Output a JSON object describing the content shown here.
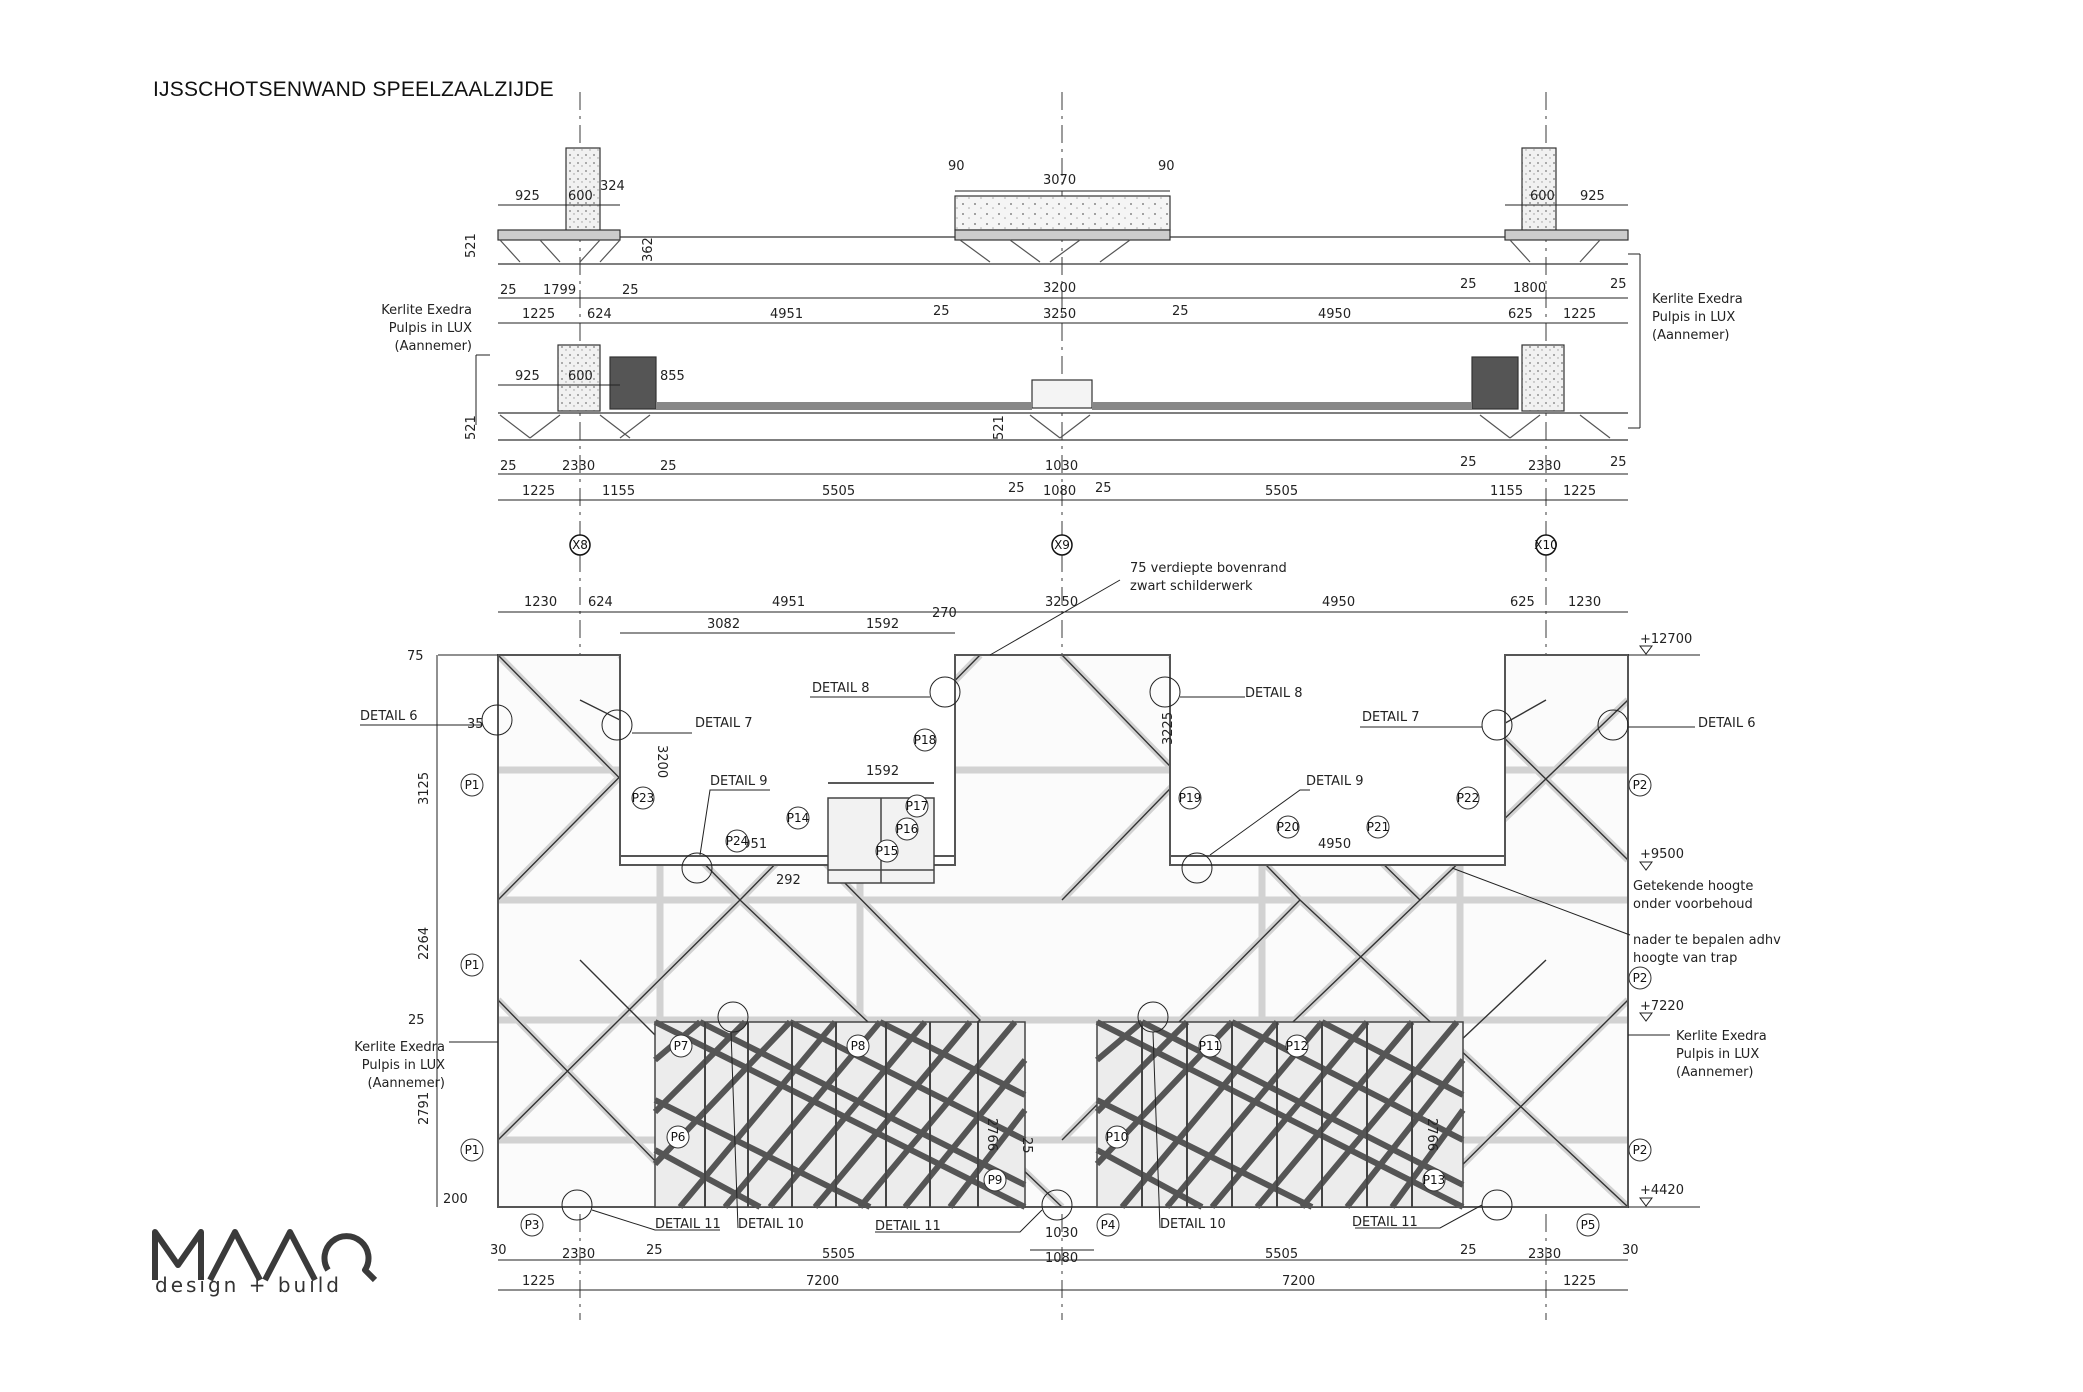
{
  "title": "IJSSCHOTSENWAND SPEELZAALZIJDE",
  "logo": {
    "tagline": "design + build"
  },
  "plan_top": {
    "dims_above": [
      "925",
      "600",
      "324",
      "90",
      "3070",
      "90",
      "600",
      "925"
    ],
    "dim_side": [
      "521",
      "362"
    ],
    "row1": [
      "25",
      "1799",
      "25",
      "3200",
      "25",
      "1800",
      "25"
    ],
    "row2": [
      "1225",
      "624",
      "4951",
      "25",
      "3250",
      "25",
      "4950",
      "625",
      "1225"
    ]
  },
  "plan_bottom": {
    "dims_above": [
      "925",
      "600",
      "855"
    ],
    "dim_side": [
      "521",
      "521"
    ],
    "row1": [
      "25",
      "2330",
      "25",
      "1030",
      "25",
      "2330",
      "25"
    ],
    "row2": [
      "1225",
      "1155",
      "5505",
      "25",
      "1080",
      "25",
      "5505",
      "1155",
      "1225"
    ]
  },
  "axes": [
    "X8",
    "X9",
    "X10"
  ],
  "notes": {
    "kerlite_lines": [
      "Kerlite Exedra",
      "Pulpis in LUX",
      "(Aannemer)"
    ],
    "bovenrand": [
      "75 verdiepte bovenrand",
      "zwart schilderwerk"
    ],
    "hoogte": [
      "Getekende hoogte",
      "onder voorbehoud"
    ],
    "trap": [
      "nader te bepalen adhv",
      "hoogte van trap"
    ]
  },
  "elevation": {
    "top_dims": [
      "1230",
      "624",
      "4951",
      "3250",
      "4950",
      "625",
      "1230"
    ],
    "sub_dims": [
      "3082",
      "1592",
      "270"
    ],
    "levels": [
      "+12700",
      "+9500",
      "+7220",
      "+4420"
    ],
    "left_dims": [
      "75",
      "35",
      "3125",
      "2264",
      "25",
      "2791",
      "200"
    ],
    "inner_dims": [
      "3200",
      "3225",
      "4951",
      "4950",
      "1592",
      "292",
      "2766",
      "2766",
      "25"
    ],
    "bottom_row1": [
      "30",
      "2330",
      "25",
      "5505",
      "1030",
      "5505",
      "25",
      "2330",
      "30"
    ],
    "bottom_row2": [
      "1225",
      "7200",
      "1080",
      "7200",
      "1225"
    ],
    "details": {
      "d6": "DETAIL 6",
      "d7": "DETAIL 7",
      "d8": "DETAIL 8",
      "d9": "DETAIL 9",
      "d10": "DETAIL 10",
      "d11": "DETAIL 11"
    },
    "panels": [
      "P1",
      "P2",
      "P3",
      "P4",
      "P5",
      "P6",
      "P7",
      "P8",
      "P9",
      "P10",
      "P11",
      "P12",
      "P13",
      "P14",
      "P15",
      "P16",
      "P17",
      "P18",
      "P19",
      "P20",
      "P21",
      "P22",
      "P23",
      "P24"
    ]
  }
}
